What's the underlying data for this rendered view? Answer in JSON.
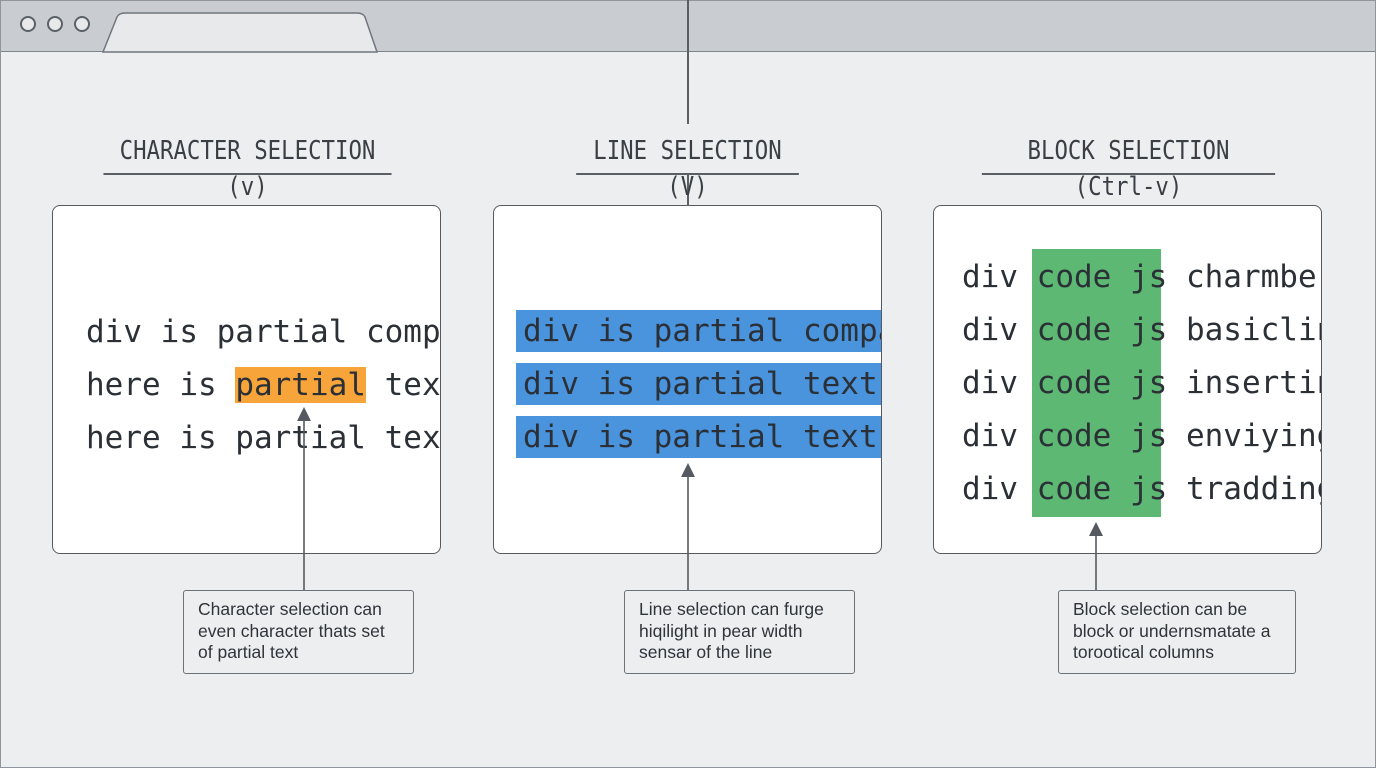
{
  "sections": [
    {
      "heading": "CHARACTER SELECTION (v)",
      "lines": [
        {
          "text": "div is partial compa"
        },
        {
          "before": "here is ",
          "highlight": "partial",
          "after": " text"
        },
        {
          "text": "here is partial text"
        }
      ],
      "callout": [
        "Character selection can",
        "even character thats set",
        "of partial text"
      ],
      "highlight_color": "#f7a43b"
    },
    {
      "heading": "LINE SELECTION (V)",
      "lines": [
        "div is partial compar",
        "div is partial text",
        "div is partial text"
      ],
      "callout": [
        "Line selection can furge",
        "hiqilight in pear width",
        "sensar of the line"
      ],
      "highlight_color": "#4a93dd"
    },
    {
      "heading": "BLOCK SELECTION (Ctrl-v)",
      "rows": [
        {
          "a": "div ",
          "b": "code js",
          "c": " charmber"
        },
        {
          "a": "div ",
          "b": "code js",
          "c": " basiclin"
        },
        {
          "a": "div ",
          "b": "code js",
          "c": " insertin"
        },
        {
          "a": "div ",
          "b": "code js",
          "c": " enviying"
        },
        {
          "a": "div ",
          "b": "code js",
          "c": " tradding"
        }
      ],
      "callout": [
        "Block selection can be",
        "block or undernsmatate a",
        "torootical columns"
      ],
      "highlight_color": "#5cb873"
    }
  ],
  "icons": {
    "window_controls": [
      "circle-icon",
      "circle-icon",
      "circle-icon"
    ],
    "arrows": [
      "arrow-up-icon",
      "arrow-up-icon",
      "arrow-up-icon"
    ]
  }
}
